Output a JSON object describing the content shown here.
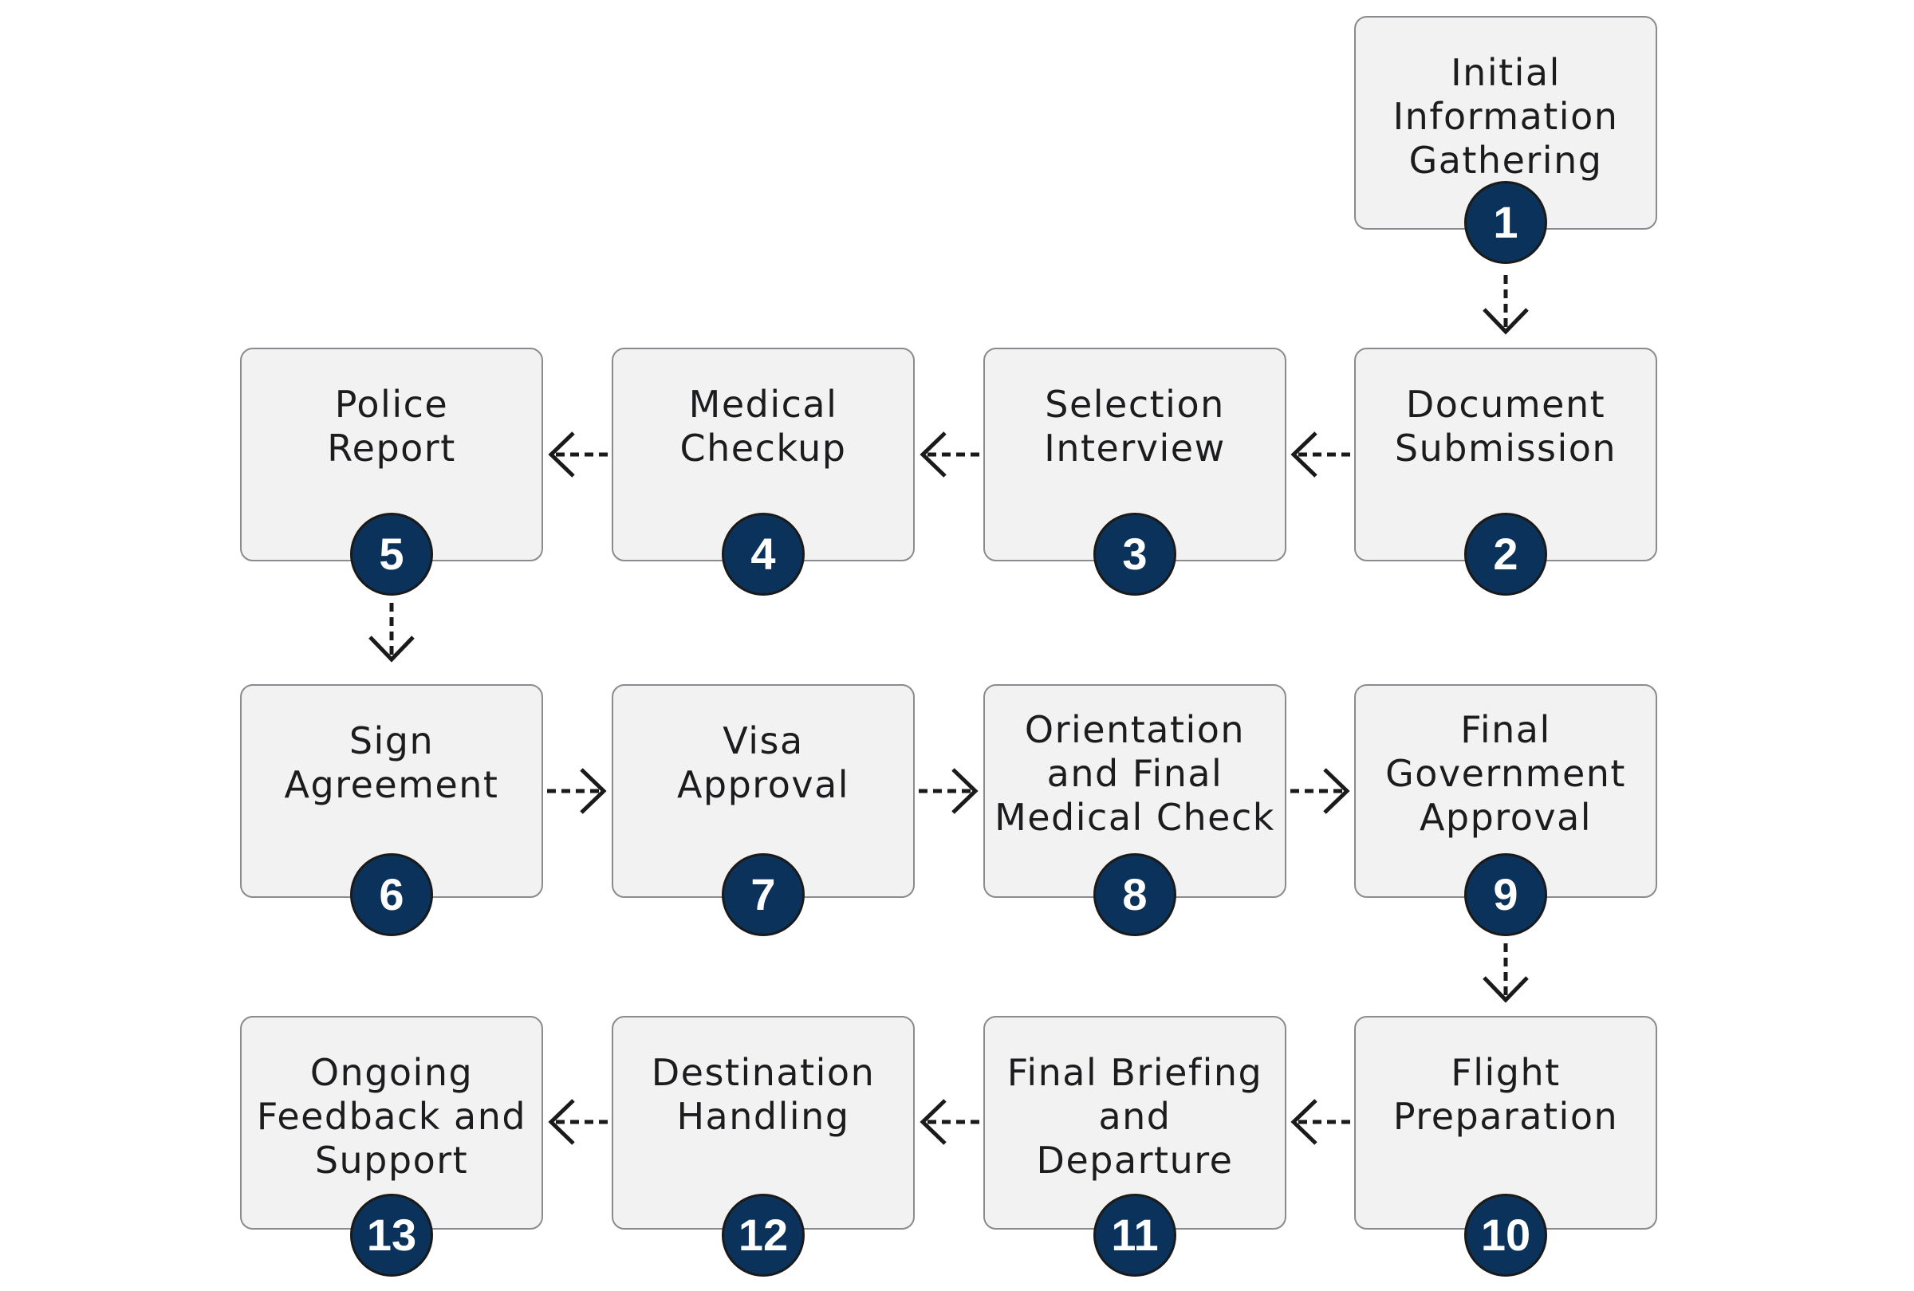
{
  "colors": {
    "box_fill": "#f3f2f3",
    "box_border": "#8a8a8f",
    "badge_fill": "#0b325a",
    "badge_text": "#ffffff",
    "connector": "#1a1a1a"
  },
  "steps": [
    {
      "number": "1",
      "label": "Initial\nInformation\nGathering"
    },
    {
      "number": "2",
      "label": "Document\nSubmission"
    },
    {
      "number": "3",
      "label": "Selection\nInterview"
    },
    {
      "number": "4",
      "label": "Medical\nCheckup"
    },
    {
      "number": "5",
      "label": "Police\nReport"
    },
    {
      "number": "6",
      "label": "Sign\nAgreement"
    },
    {
      "number": "7",
      "label": "Visa\nApproval"
    },
    {
      "number": "8",
      "label": "Orientation\nand Final\nMedical Check"
    },
    {
      "number": "9",
      "label": "Final\nGovernment\nApproval"
    },
    {
      "number": "10",
      "label": "Flight\nPreparation"
    },
    {
      "number": "11",
      "label": "Final Briefing\nand\nDeparture"
    },
    {
      "number": "12",
      "label": "Destination\nHandling"
    },
    {
      "number": "13",
      "label": "Ongoing\nFeedback and\nSupport"
    }
  ]
}
